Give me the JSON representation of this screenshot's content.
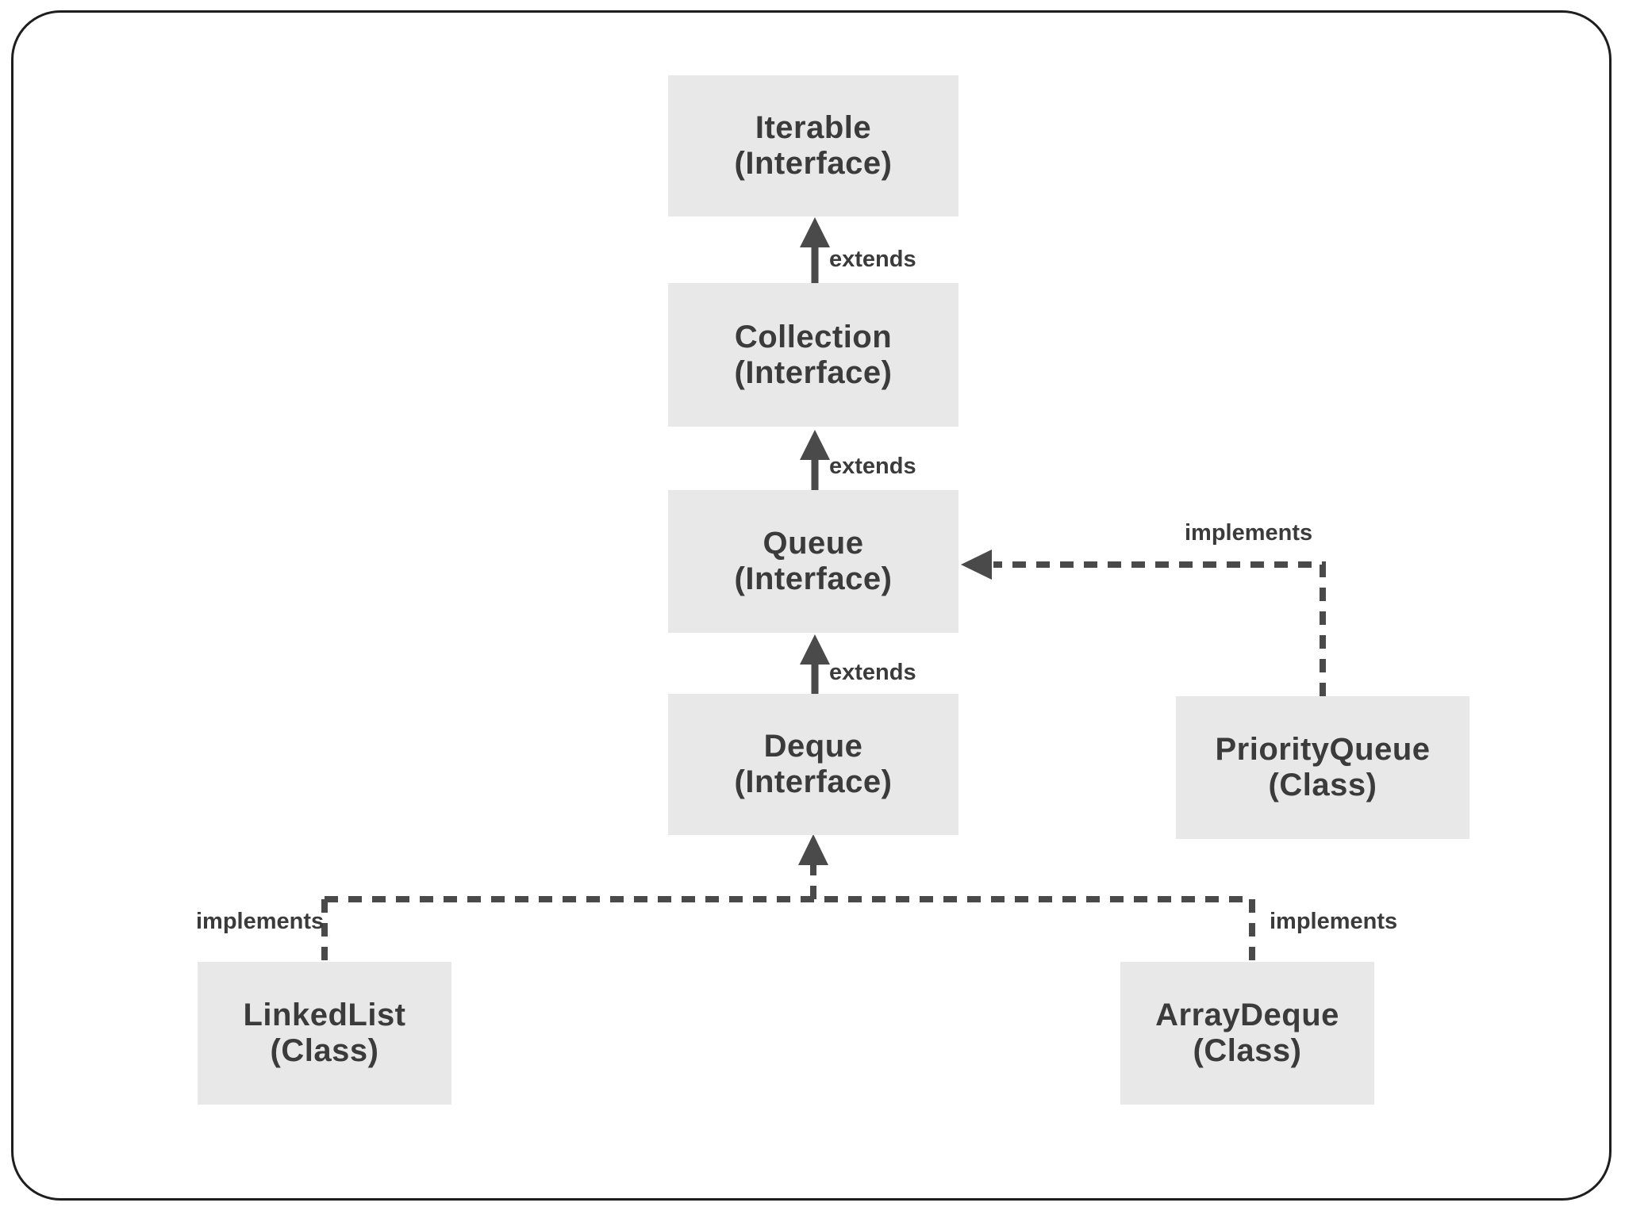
{
  "diagram": {
    "nodes": [
      {
        "name": "Iterable",
        "kind": "(Interface)"
      },
      {
        "name": "Collection",
        "kind": "(Interface)"
      },
      {
        "name": "Queue",
        "kind": "(Interface)"
      },
      {
        "name": "Deque",
        "kind": "(Interface)"
      },
      {
        "name": "PriorityQueue",
        "kind": "(Class)"
      },
      {
        "name": "LinkedList",
        "kind": "(Class)"
      },
      {
        "name": "ArrayDeque",
        "kind": "(Class)"
      }
    ],
    "edges": [
      {
        "from": "Collection",
        "to": "Iterable",
        "label": "extends",
        "style": "solid"
      },
      {
        "from": "Queue",
        "to": "Collection",
        "label": "extends",
        "style": "solid"
      },
      {
        "from": "Deque",
        "to": "Queue",
        "label": "extends",
        "style": "solid"
      },
      {
        "from": "PriorityQueue",
        "to": "Queue",
        "label": "implements",
        "style": "dashed"
      },
      {
        "from": "LinkedList",
        "to": "Deque",
        "label": "implements",
        "style": "dashed"
      },
      {
        "from": "ArrayDeque",
        "to": "Deque",
        "label": "implements",
        "style": "dashed"
      }
    ],
    "colors": {
      "background": "#ffffff",
      "node_fill": "#e8e8e8",
      "text": "#3b3b3b",
      "connector": "#4a4a4a",
      "frame_border": "#1e1e1e"
    }
  }
}
